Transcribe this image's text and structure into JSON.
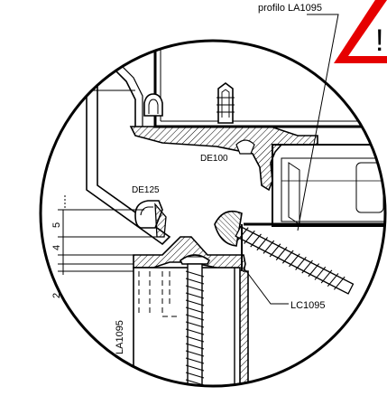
{
  "diagram": {
    "labels": {
      "profile_top": "profilo LA1095",
      "de100": "DE100",
      "de125": "DE125",
      "lc1095": "LC1095",
      "la1095": "LA1095"
    },
    "dimensions": [
      "5",
      "4",
      "2"
    ],
    "warning_symbol": "!",
    "colors": {
      "warning_red": "#e60000",
      "line": "#000000",
      "background": "#ffffff"
    },
    "icons": [
      "warning-triangle-icon"
    ]
  }
}
